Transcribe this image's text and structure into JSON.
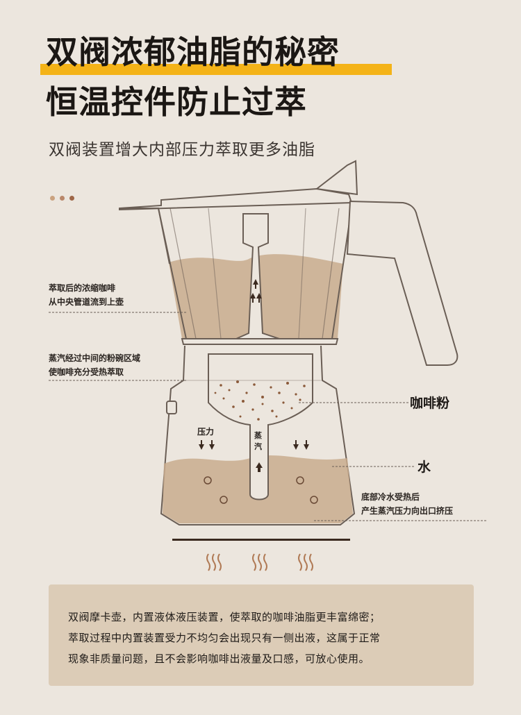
{
  "header": {
    "title_line1": "双阀浓郁油脂的秘密",
    "title_line2": "恒温控件防止过萃",
    "subtitle": "双阀装置增大内部压力萃取更多油脂"
  },
  "annotations": {
    "upper_chamber": [
      "萃取后的浓缩咖啡",
      "从中央管道流到上壶"
    ],
    "funnel": [
      "蒸汽经过中间的粉碗区域",
      "使咖啡充分受热萃取"
    ],
    "coffee_powder": "咖啡粉",
    "water": "水",
    "boiler": [
      "底部冷水受热后",
      "产生蒸汽压力向出口挤压"
    ],
    "pressure": "压力",
    "steam": [
      "蒸",
      "汽"
    ]
  },
  "info": {
    "lines": [
      "双阀摩卡壶，内置液体液压装置，使萃取的咖啡油脂更丰富绵密；",
      "萃取过程中内置装置受力不均匀会出现只有一侧出液，这属于正常",
      "现象非质量问题，且不会影响咖啡出液量及口感，可放心使用。"
    ]
  },
  "colors": {
    "background": "#ece6de",
    "highlight": "#f4b318",
    "coffee_liquid": "#c9ab8e",
    "outline": "#6a5e55",
    "arrow": "#3b2a20",
    "info_box": "#dcccb7",
    "dots": [
      "#caa27f",
      "#b9876a",
      "#9e6647"
    ]
  }
}
